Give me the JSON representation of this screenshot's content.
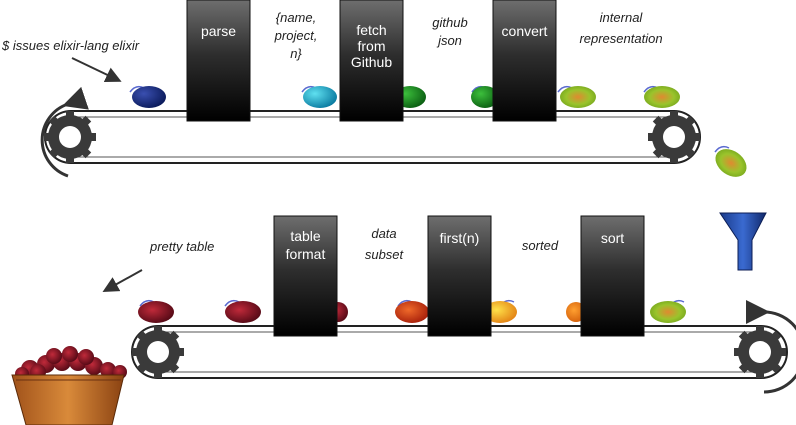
{
  "command": "$ issues elixir-lang elixir",
  "output": "pretty table",
  "top_stages": [
    {
      "name": "parse"
    },
    {
      "name": "fetch from Github"
    },
    {
      "name": "convert"
    }
  ],
  "top_labels": [
    {
      "text": "{name, project, n}"
    },
    {
      "text": "github json"
    },
    {
      "text": "internal representation"
    }
  ],
  "bottom_stages": [
    {
      "name": "table format"
    },
    {
      "name": "first(n)"
    },
    {
      "name": "sort"
    }
  ],
  "bottom_labels": [
    {
      "text": "data subset"
    },
    {
      "text": "sorted"
    }
  ]
}
